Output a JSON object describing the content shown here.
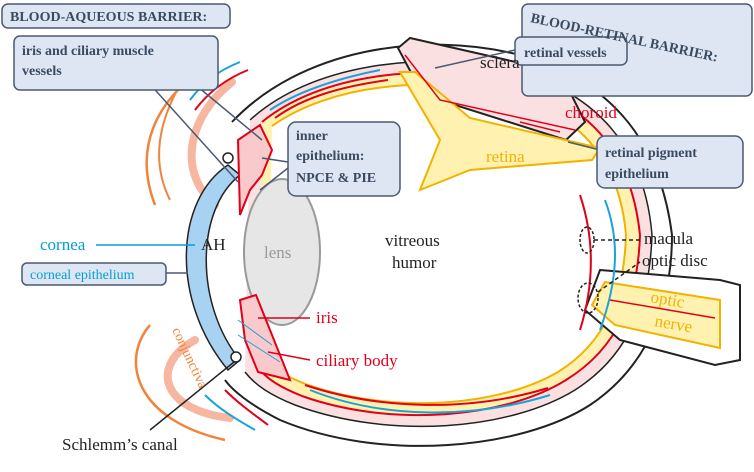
{
  "labels": {
    "blood_aqueous_barrier": "BLOOD-AQUEOUS BARRIER:",
    "iris_ciliary_vessels_line1": "iris and ciliary muscle",
    "iris_ciliary_vessels_line2": "vessels",
    "inner_epithelium_line1": "inner",
    "inner_epithelium_line2": "epithelium:",
    "inner_epithelium_line3": "NPCE & PIE",
    "blood_retinal_barrier": "BLOOD-RETINAL BARRIER:",
    "retinal_vessels": "retinal vessels",
    "sclera": "sclera",
    "choroid": "choroid",
    "retina": "retina",
    "rpe_line1": "retinal pigment",
    "rpe_line2": "epithelium",
    "ah": "AH",
    "lens": "lens",
    "vitreous_line1": "vitreous",
    "vitreous_line2": "humor",
    "cornea": "cornea",
    "corneal_epithelium": "corneal epithelium",
    "iris": "iris",
    "ciliary_body": "ciliary body",
    "conjunctiva": "conjunctiva",
    "schlemms_canal": "Schlemm’s canal",
    "macula": "macula",
    "optic_disc": "optic disc",
    "optic_nerve_line1": "optic",
    "optic_nerve_line2": "nerve"
  },
  "colors": {
    "box_fill": "#dde6f2",
    "box_stroke": "#4a5a70",
    "cornea_blue": "#00a0d8",
    "cornea_fill": "#a8d2f2",
    "red": "#e0001a",
    "retina_yellow": "#ffd84a",
    "retina_fill": "#fff2b0",
    "choroid_pink": "#f9c9cc",
    "conjunctiva": "#f6b6a0",
    "orange": "#f0843c",
    "blue_vessel": "#1aa3d8",
    "text_dark": "#222222"
  }
}
